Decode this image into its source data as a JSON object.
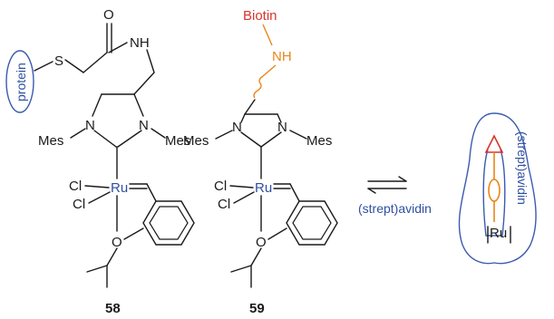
{
  "compound_58": {
    "label": "58",
    "protein_label": "protein",
    "atoms": {
      "s": "S",
      "o_carbonyl": "O",
      "nh": "NH",
      "n_left": "N",
      "n_right": "N",
      "mes_left": "Mes",
      "mes_right": "Mes",
      "cl_top": "Cl",
      "cl_bottom": "Cl",
      "ru": "Ru",
      "o_ether": "O"
    }
  },
  "compound_59": {
    "label": "59",
    "biotin_label": "Biotin",
    "atoms": {
      "nh": "NH",
      "n_left": "N",
      "n_right": "N",
      "mes_left": "Mes",
      "mes_right": "Mes",
      "cl_top": "Cl",
      "cl_bottom": "Cl",
      "ru": "Ru",
      "o_ether": "O"
    }
  },
  "equilibrium_label": "(strept)avidin",
  "cartoon": {
    "label": "(strept)avidin",
    "metal": "Ru"
  },
  "colors": {
    "blue": "#2f4f9f",
    "red": "#d9342b",
    "orange": "#e8861a",
    "black": "#1a1a1a"
  }
}
